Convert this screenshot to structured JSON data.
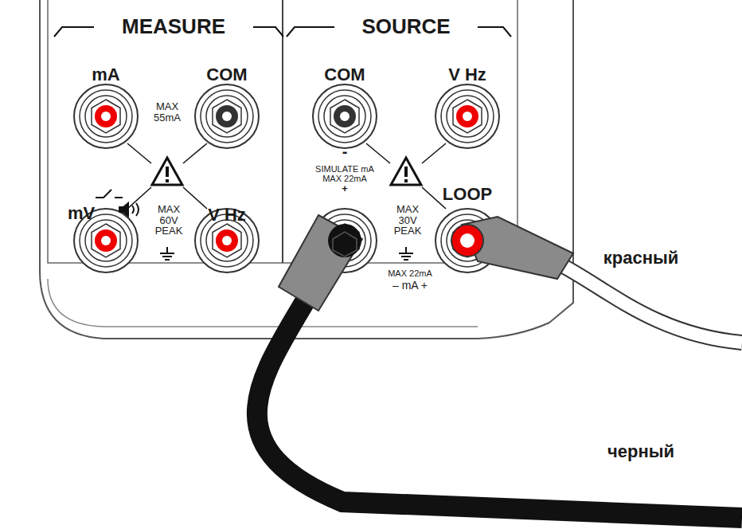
{
  "diagram": {
    "labels": [
      "MEASURE",
      "SOURCE",
      "mA",
      "COM",
      "MAX 55mA",
      "mV",
      "V Hz",
      "MAX 60V PEAK",
      "COM",
      "V Hz",
      "-",
      "SIMULATE mA MAX 22mA",
      "+",
      "LOOP",
      "MAX 30V PEAK",
      "MAX 22mA",
      "– mA +",
      "красный",
      "черный"
    ]
  }
}
